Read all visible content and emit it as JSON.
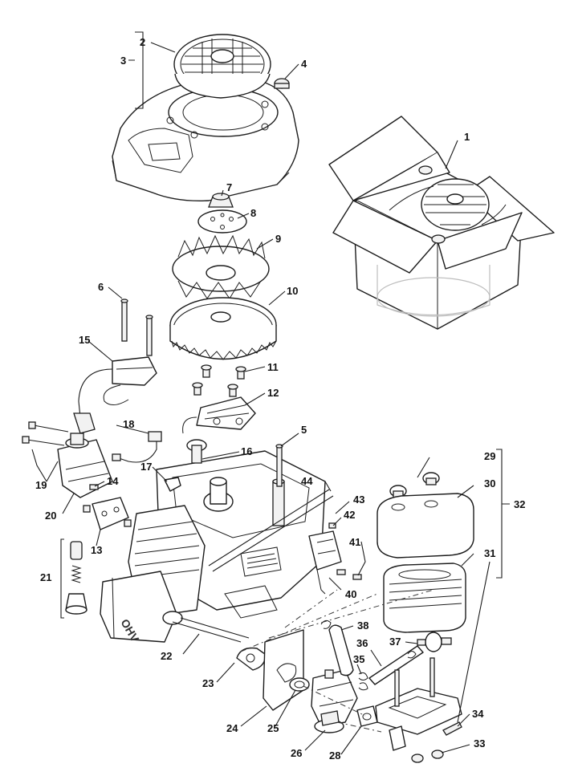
{
  "diagram": {
    "engine_stamp": "OHV",
    "callouts": [
      {
        "id": "1",
        "label": "1"
      },
      {
        "id": "2",
        "label": "2"
      },
      {
        "id": "3",
        "label": "3"
      },
      {
        "id": "4",
        "label": "4"
      },
      {
        "id": "5",
        "label": "5"
      },
      {
        "id": "6",
        "label": "6"
      },
      {
        "id": "7",
        "label": "7"
      },
      {
        "id": "8",
        "label": "8"
      },
      {
        "id": "9",
        "label": "9"
      },
      {
        "id": "10",
        "label": "10"
      },
      {
        "id": "11",
        "label": "11"
      },
      {
        "id": "12",
        "label": "12"
      },
      {
        "id": "13",
        "label": "13"
      },
      {
        "id": "14",
        "label": "14"
      },
      {
        "id": "15",
        "label": "15"
      },
      {
        "id": "16",
        "label": "16"
      },
      {
        "id": "17",
        "label": "17"
      },
      {
        "id": "18",
        "label": "18"
      },
      {
        "id": "19",
        "label": "19"
      },
      {
        "id": "20",
        "label": "20"
      },
      {
        "id": "21",
        "label": "21"
      },
      {
        "id": "22",
        "label": "22"
      },
      {
        "id": "23",
        "label": "23"
      },
      {
        "id": "24",
        "label": "24"
      },
      {
        "id": "25",
        "label": "25"
      },
      {
        "id": "26",
        "label": "26"
      },
      {
        "id": "28",
        "label": "28"
      },
      {
        "id": "29",
        "label": "29"
      },
      {
        "id": "30",
        "label": "30"
      },
      {
        "id": "31",
        "label": "31"
      },
      {
        "id": "32",
        "label": "32"
      },
      {
        "id": "33",
        "label": "33"
      },
      {
        "id": "34",
        "label": "34"
      },
      {
        "id": "35",
        "label": "35"
      },
      {
        "id": "36",
        "label": "36"
      },
      {
        "id": "37",
        "label": "37"
      },
      {
        "id": "38",
        "label": "38"
      },
      {
        "id": "40",
        "label": "40"
      },
      {
        "id": "41",
        "label": "41"
      },
      {
        "id": "42",
        "label": "42"
      },
      {
        "id": "43",
        "label": "43"
      },
      {
        "id": "44",
        "label": "44"
      }
    ]
  }
}
